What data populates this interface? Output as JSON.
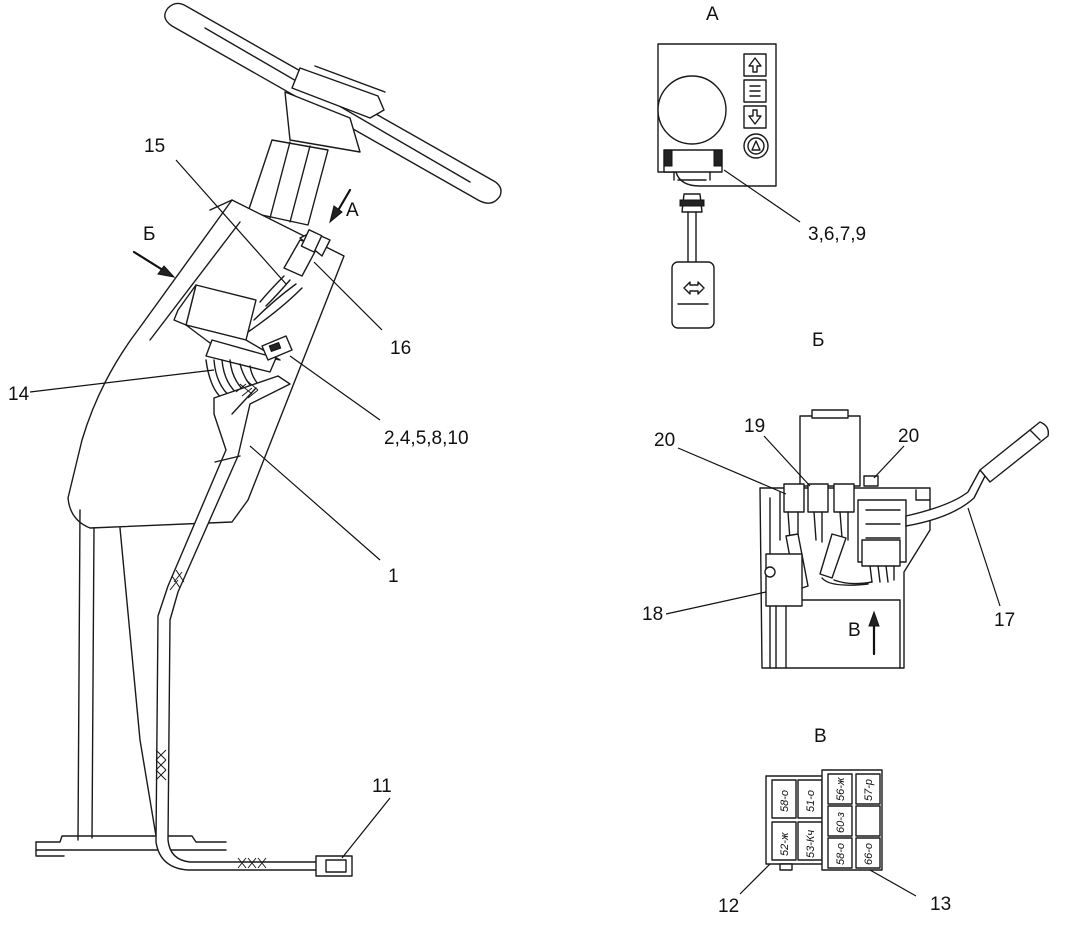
{
  "view_labels": {
    "a": "А",
    "b": "Б",
    "v": "В"
  },
  "arrow_labels": {
    "a": "А",
    "b": "Б",
    "v": "В"
  },
  "callouts": {
    "c1": "1",
    "c2": "2,4,5,8,10",
    "c3": "3,6,7,9",
    "c11": "11",
    "c12": "12",
    "c13": "13",
    "c14": "14",
    "c15": "15",
    "c16": "16",
    "c17": "17",
    "c18": "18",
    "c19": "19",
    "c20a": "20",
    "c20b": "20"
  },
  "connector_12_cells": [
    "58-о",
    "52-ж",
    "51-о",
    "53-Кч"
  ],
  "connector_13_cells": [
    "56-ж",
    "57-р",
    "60-з",
    "",
    "58-о",
    "66-о"
  ]
}
